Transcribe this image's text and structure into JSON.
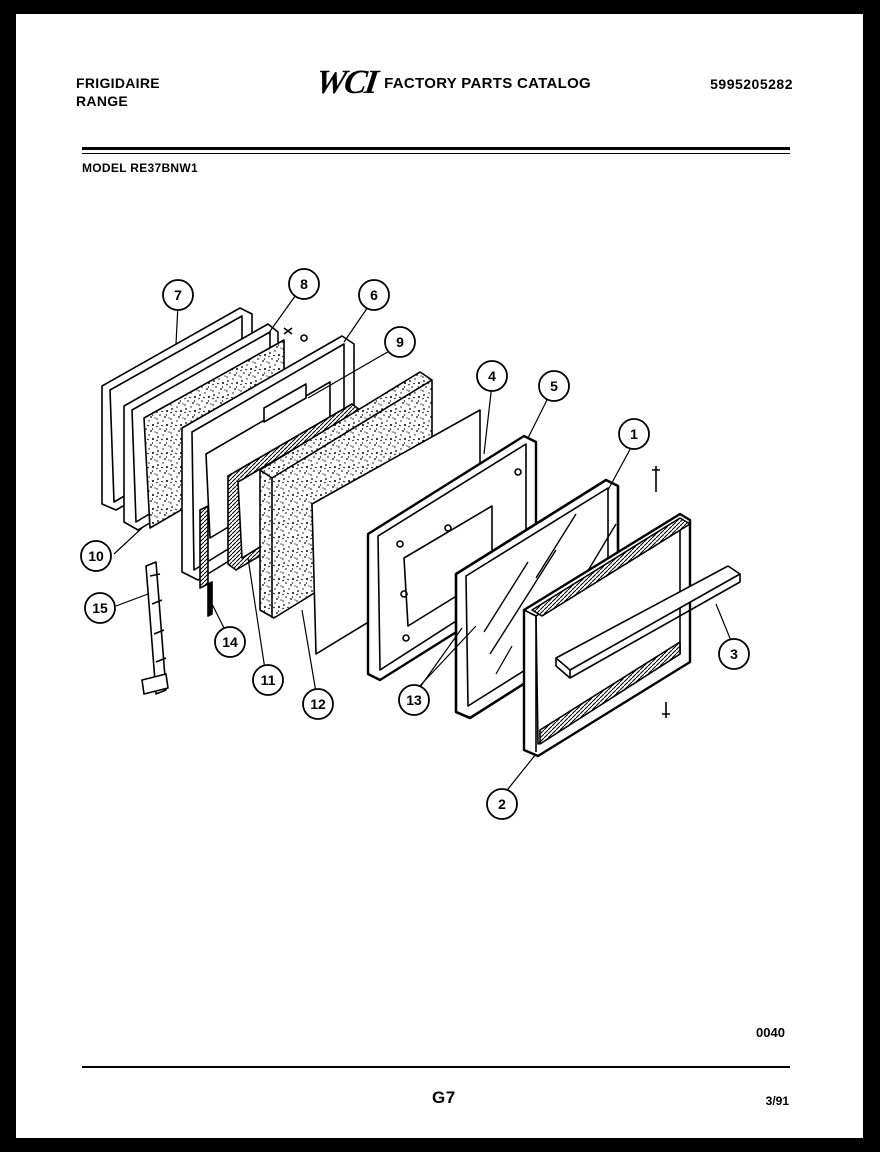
{
  "header": {
    "brand_line1": "FRIGIDAIRE",
    "brand_line2": "RANGE",
    "logo": "WCI",
    "catalog_title": "FACTORY PARTS CATALOG",
    "part_number": "5995205282",
    "model": "MODEL RE37BNW1"
  },
  "diagram": {
    "callouts": [
      "7",
      "8",
      "6",
      "9",
      "4",
      "5",
      "1",
      "10",
      "15",
      "14",
      "11",
      "12",
      "13",
      "3",
      "2"
    ]
  },
  "footer": {
    "drawing_code": "0040",
    "page_number": "G7",
    "date": "3/91"
  }
}
